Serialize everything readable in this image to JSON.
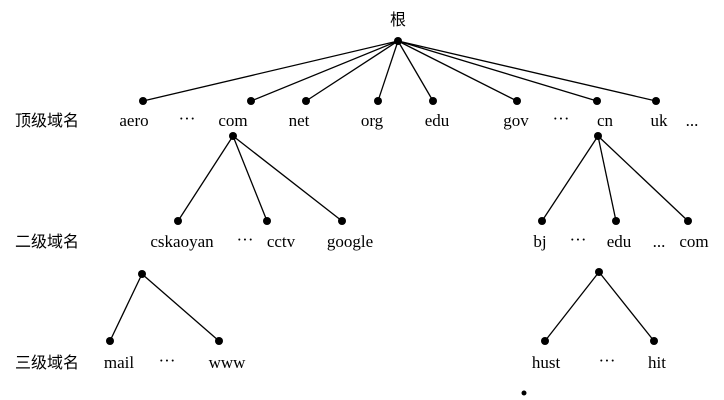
{
  "colors": {
    "ink": "#000000",
    "background": "#ffffff"
  },
  "level_labels": {
    "tld": "顶级域名",
    "second": "二级域名",
    "third": "三级域名"
  },
  "nodes": {
    "root": "根",
    "aero": "aero",
    "ellipsis_tld_1": "···",
    "com": "com",
    "net": "net",
    "org": "org",
    "edu": "edu",
    "gov": "gov",
    "ellipsis_tld_2": "···",
    "cn": "cn",
    "uk": "uk",
    "ellipsis_tld_3": "...",
    "cskaoyan": "cskaoyan",
    "ellipsis_com": "···",
    "cctv": "cctv",
    "google": "google",
    "bj": "bj",
    "ellipsis_cn_1": "···",
    "cn_edu": "edu",
    "ellipsis_cn_2": "...",
    "cn_com": "com",
    "mail": "mail",
    "ellipsis_www": "···",
    "www": "www",
    "hust": "hust",
    "ellipsis_hust": "···",
    "hit": "hit"
  }
}
